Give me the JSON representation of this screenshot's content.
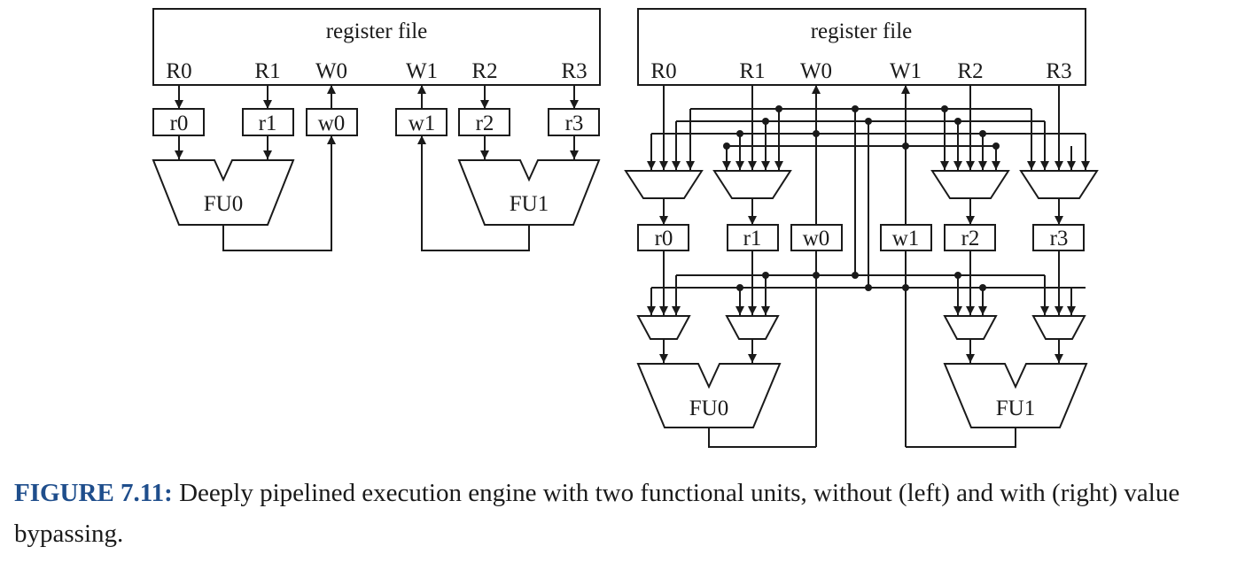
{
  "left": {
    "register_file_label": "register file",
    "ports": [
      "R0",
      "R1",
      "W0",
      "W1",
      "R2",
      "R3"
    ],
    "latches": [
      "r0",
      "r1",
      "w0",
      "w1",
      "r2",
      "r3"
    ],
    "units": [
      "FU0",
      "FU1"
    ]
  },
  "right": {
    "register_file_label": "register file",
    "ports": [
      "R0",
      "R1",
      "W0",
      "W1",
      "R2",
      "R3"
    ],
    "latches": [
      "r0",
      "r1",
      "w0",
      "w1",
      "r2",
      "r3"
    ],
    "units": [
      "FU0",
      "FU1"
    ]
  },
  "caption": {
    "label": "FIGURE 7.11:",
    "text": " Deeply pipelined execution engine with two functional units, without (left) and with (right) value bypassing."
  }
}
